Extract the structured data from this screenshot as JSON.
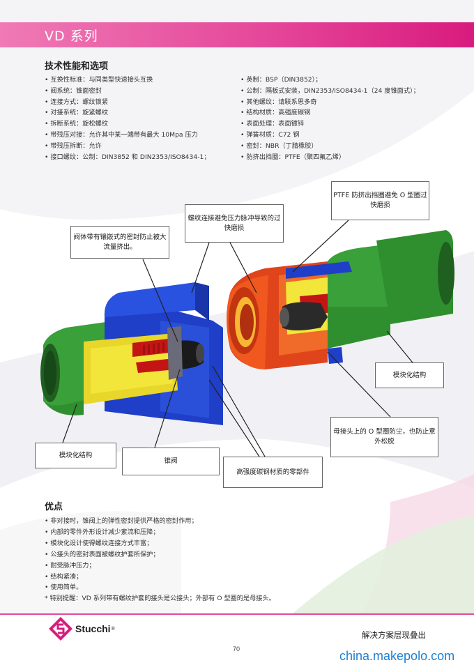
{
  "header": {
    "title": "VD 系列"
  },
  "specs": {
    "title": "技术性能和选项",
    "left": [
      "互换性标准：与同类型快速接头互换",
      "阀系统：锥面密封",
      "连接方式：螺纹锁紧",
      "对接系统：旋紧螺纹",
      "拆断系统：旋松螺纹",
      "带残压对接：允许其中某一端带有最大 10Mpa 压力",
      "带残压拆断：允许",
      "接口螺纹：公制：DIN3852 和 DIN2353/ISO8434-1；"
    ],
    "right": [
      "英制：BSP（DIN3852）；",
      "公制：隔板式安装，DIN2353/ISO8434-1（24 度锥面式）；",
      "其他螺纹：请联系思多奇",
      "结构材质：高强度碳钢",
      "表面处理：表面镀锌",
      "弹簧材质：C72 钢",
      "密封：NBR（丁腈橡胶）",
      "防挤出挡圈：PTFE（聚四氟乙烯）"
    ]
  },
  "callouts": {
    "valve_seal": "阀体带有镶嵌式的密封防止被大流量挤出。",
    "thread_connection": "螺纹连接避免压力脉冲导致的过快磨损",
    "ptfe_ring": "PTFE 防挤出挡圈避免 O 型圈过快磨损",
    "modular_right": "模块化结构",
    "female_oring": "母接头上的 O 型圈防尘，也防止意外松脱",
    "modular_left": "模块化结构",
    "cone_valve": "锥阀",
    "carbon_steel": "高强度碳钢材质的零部件"
  },
  "advantages": {
    "title": "优点",
    "items": [
      "非对接时，锥阀上的弹性密封提供严格的密封作用；",
      "内部的零件外形设计减少紊流和压降；",
      "模块化设计使得螺纹连接方式丰富；",
      "公接头的密封表面被螺纹护套所保护；",
      "耐受脉冲压力；",
      "结构紧凑；",
      "使用简单。"
    ],
    "note": "* 特别提醒：VD 系列带有螺纹护套的接头是公接头；外部有 O 型圈的是母接头。"
  },
  "footer": {
    "brand": "Stucchi",
    "slogan": "解决方案层现叠出",
    "page_number": "70",
    "watermark": "china.makepolo.com"
  },
  "colors": {
    "accent": "#e5489a",
    "green": "#2e8b2e",
    "blue": "#1f3fc8",
    "orange": "#f0581f",
    "yellow": "#f2e63a",
    "brand_magenta": "#d81b7e"
  }
}
